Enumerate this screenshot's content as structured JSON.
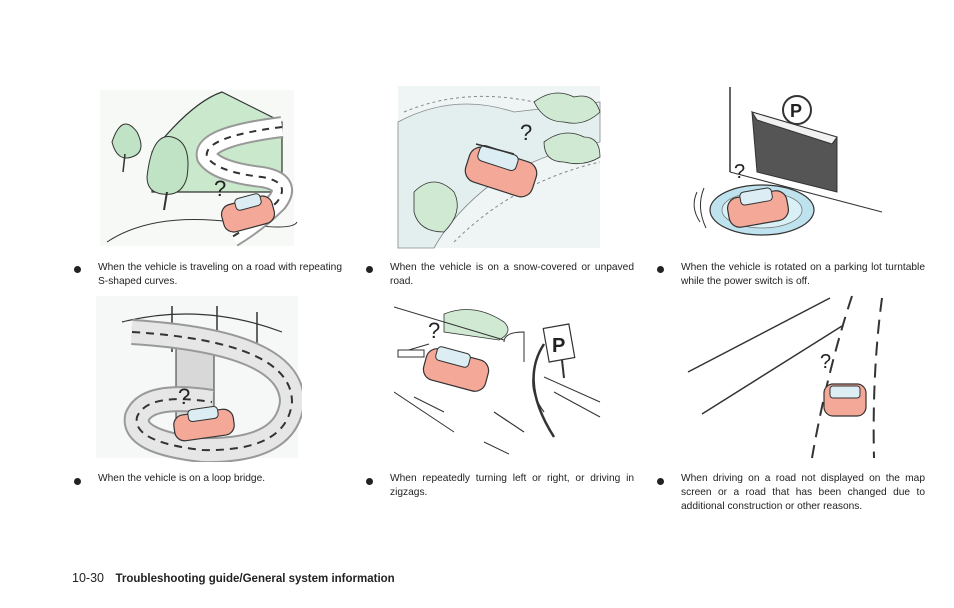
{
  "items": [
    {
      "icon": "s-curve-road-icon",
      "caption": "When the vehicle is traveling on a road with repeating S-shaped curves."
    },
    {
      "icon": "snow-road-icon",
      "caption": "When the vehicle is on a snow-covered or unpaved road."
    },
    {
      "icon": "parking-turntable-icon",
      "caption": "When the vehicle is rotated on a parking lot turntable while the power switch is off."
    },
    {
      "icon": "loop-bridge-icon",
      "caption": "When the vehicle is on a loop bridge."
    },
    {
      "icon": "zigzag-parking-icon",
      "caption": "When repeatedly turning left or right, or driving in zigzags."
    },
    {
      "icon": "unmapped-road-icon",
      "caption": "When driving on a road not displayed on the map screen or a road that has been changed due to additional construction or other reasons."
    }
  ],
  "illustration_text": {
    "question_mark": "?",
    "parking_sign": "P"
  },
  "footer": {
    "page_number": "10-30",
    "section_title": "Troubleshooting guide/General system information"
  },
  "colors": {
    "car": "#f4a898",
    "car_outline": "#333333",
    "foliage": "#bfe3c4",
    "snow": "#eaf3f2",
    "text": "#222222"
  }
}
